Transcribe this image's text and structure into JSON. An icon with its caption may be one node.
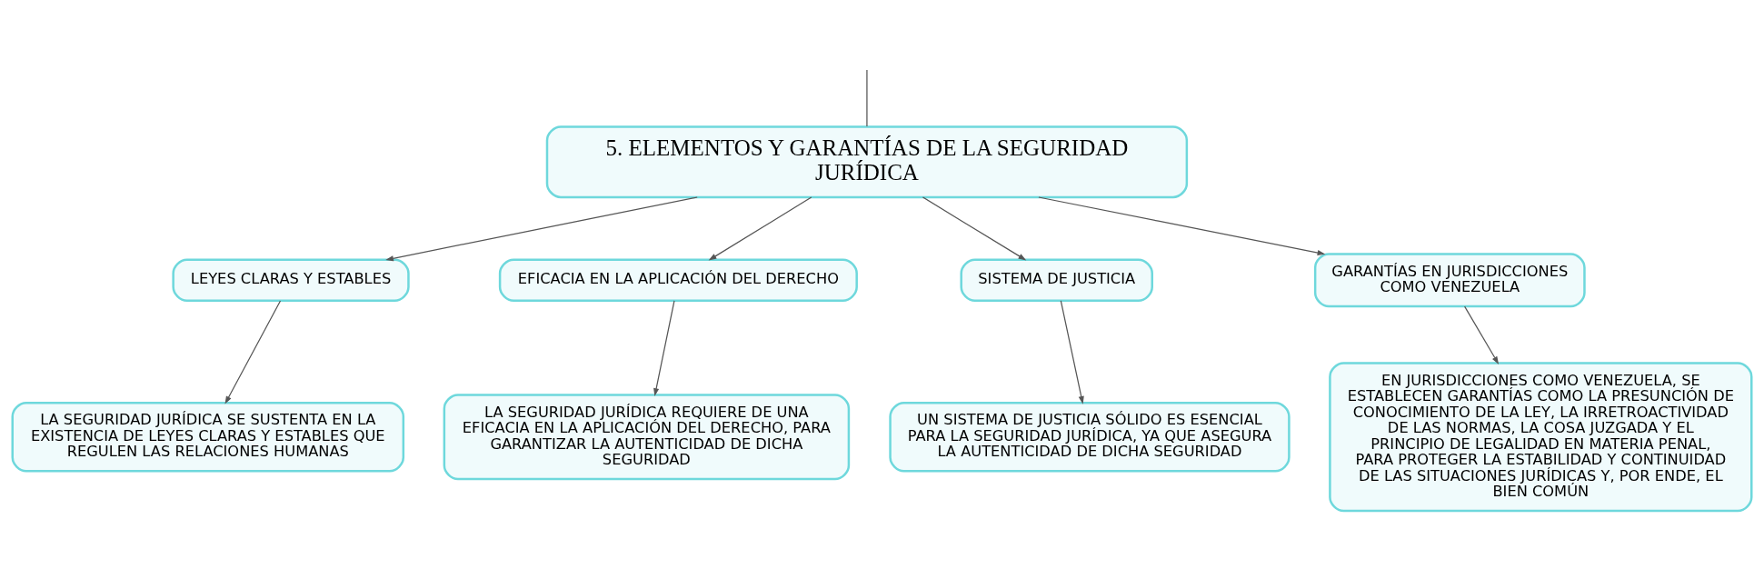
{
  "diagram": {
    "nodes": [
      {
        "text": [
          "5. ELEMENTOS Y GARANTÍAS DE LA SEGURIDAD JURÍDICA"
        ]
      },
      {
        "text": [
          "LEYES CLARAS Y ESTABLES"
        ]
      },
      {
        "text": [
          "EFICACIA EN LA APLICACIÓN DEL DERECHO"
        ]
      },
      {
        "text": [
          "SISTEMA DE JUSTICIA"
        ]
      },
      {
        "text": [
          "GARANTÍAS EN JURISDICCIONES COMO VENEZUELA"
        ]
      },
      {
        "text": [
          "LA SEGURIDAD JURÍDICA SE SUSTENTA EN LA EXISTENCIA DE LEYES CLARAS Y ESTABLES QUE REGULEN LAS RELACIONES HUMANAS"
        ]
      },
      {
        "text": [
          "LA SEGURIDAD JURÍDICA REQUIERE DE UNA EFICACIA EN LA APLICACIÓN DEL DERECHO, PARA GARANTIZAR LA AUTENTICIDAD DE DICHA SEGURIDAD"
        ]
      },
      {
        "text": [
          "UN SISTEMA DE JUSTICIA SÓLIDO ES ESENCIAL PARA LA SEGURIDAD JURÍDICA, YA QUE ASEGURA LA AUTENTICIDAD DE DICHA SEGURIDAD"
        ]
      },
      {
        "text": [
          "EN JURISDICCIONES COMO VENEZUELA, SE ESTABLECEN GARANTÍAS COMO LA PRESUNCIÓN DE CONOCIMIENTO DE LA LEY, LA IRRETROACTIVIDAD DE LAS NORMAS, LA COSA JUZGADA Y EL PRINCIPIO DE LEGALIDAD EN MATERIA PENAL, PARA PROTEGER LA ESTABILIDAD Y CONTINUIDAD DE LAS SITUACIONES JURÍDICAS Y, POR ENDE, EL BIEN COMÚN"
        ]
      }
    ],
    "edges": [
      {
        "from": null,
        "to": 0,
        "arrow": "none"
      },
      {
        "from": 0,
        "to": 1,
        "arrow": "to"
      },
      {
        "from": 0,
        "to": 2,
        "arrow": "to"
      },
      {
        "from": 0,
        "to": 3,
        "arrow": "to"
      },
      {
        "from": 0,
        "to": 4,
        "arrow": "to"
      },
      {
        "from": 1,
        "to": 5,
        "arrow": "to"
      },
      {
        "from": 2,
        "to": 6,
        "arrow": "to"
      },
      {
        "from": 3,
        "to": 7,
        "arrow": "to"
      },
      {
        "from": 4,
        "to": 8,
        "arrow": "to"
      }
    ]
  }
}
